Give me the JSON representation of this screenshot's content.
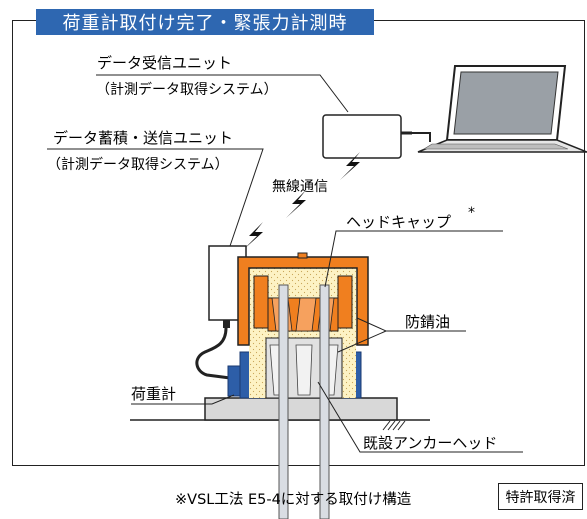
{
  "title": "荷重計取付け完了・緊張力計測時",
  "labels": {
    "receiver": "データ受信ユニット",
    "receiver_sub": "（計測データ取得システム）",
    "storage": "データ蓄積・送信ユニット",
    "storage_sub": "（計測データ取得システム）",
    "wireless": "無線通信",
    "head_cap": "ヘッドキャップ",
    "asterisk": "*",
    "rust_oil": "防錆油",
    "load_cell": "荷重計",
    "anchor_head": "既設アンカーヘッド"
  },
  "footnote": "※VSL工法 E5-4に対する取付け構造",
  "patent": "特許取得済",
  "colors": {
    "title_bg": "#2e67b1",
    "cap_orange": "#f07f1f",
    "oil_fill": "#fdf2c4",
    "load_cell_blue": "#2d5ea8",
    "wedge_gray": "#e1e1e1"
  }
}
